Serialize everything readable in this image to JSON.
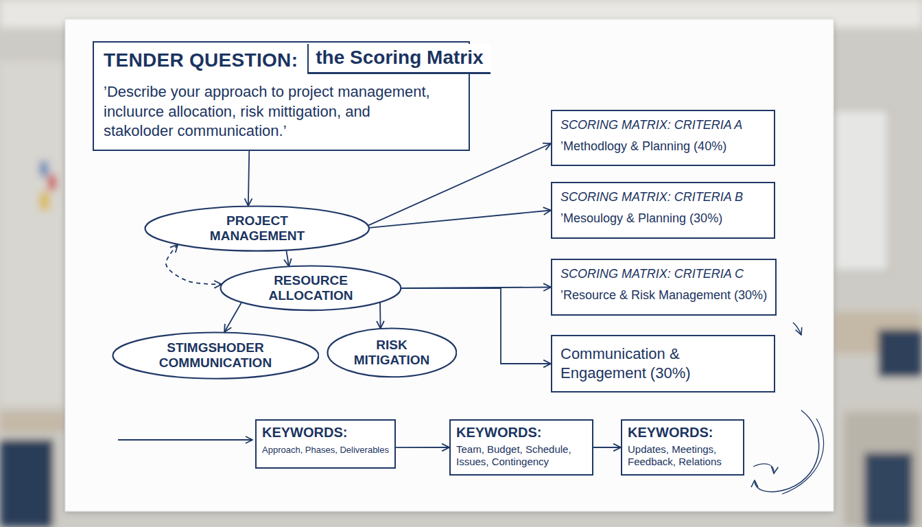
{
  "diagram": {
    "nodes": [
      {
        "text": [
          "TENDER QUESTION:",
          "the Scoring Matrix",
          "’Describe your approach to project management, incluurce allocation, risk mittigation, and stakoloder communication.’"
        ]
      },
      {
        "text": [
          "PROJECT MANAGEMENT"
        ]
      },
      {
        "text": [
          "RESOURCE ALLOCATION"
        ]
      },
      {
        "text": [
          "STIMGSHODER COMMUNICATION"
        ]
      },
      {
        "text": [
          "RISK MITIGATION"
        ]
      },
      {
        "text": [
          "SCORING MATRIX: CRITERIA A",
          "’Methodlogy & Planning (40%)"
        ]
      },
      {
        "text": [
          "SCORING MATRIX: CRITERIA B",
          "’Mesoulogy & Planning (30%)"
        ]
      },
      {
        "text": [
          "SCORING MATRIX: CRITERIA C",
          "’Resource & Risk Management (30%)"
        ]
      },
      {
        "text": [
          "Communication & Engagement (30%)"
        ]
      },
      {
        "text": [
          "KEYWORDS:",
          "Approach, Phases, Deliverables"
        ]
      },
      {
        "text": [
          "KEYWORDS:",
          "Team, Budget, Schedule, Issues, Contingency"
        ]
      },
      {
        "text": [
          "KEYWORDS:",
          "Updates, Meetings, Feedback, Relations"
        ]
      }
    ],
    "edges": [
      {
        "from": 0,
        "to": 1,
        "arrow": "to"
      },
      {
        "from": 1,
        "to": 5,
        "arrow": "to"
      },
      {
        "from": 1,
        "to": 6,
        "arrow": "to"
      },
      {
        "from": 1,
        "to": 2,
        "arrow": "to"
      },
      {
        "from": 1,
        "to": 2,
        "arrow": "both"
      },
      {
        "from": 2,
        "to": 3,
        "arrow": "to"
      },
      {
        "from": 2,
        "to": 4,
        "arrow": "to"
      },
      {
        "from": 2,
        "to": 7,
        "arrow": "to"
      },
      {
        "from": 2,
        "to": 8,
        "arrow": "to"
      },
      {
        "from": 9,
        "to": 10,
        "arrow": "to"
      },
      {
        "from": 10,
        "to": 11,
        "arrow": "to"
      }
    ]
  }
}
